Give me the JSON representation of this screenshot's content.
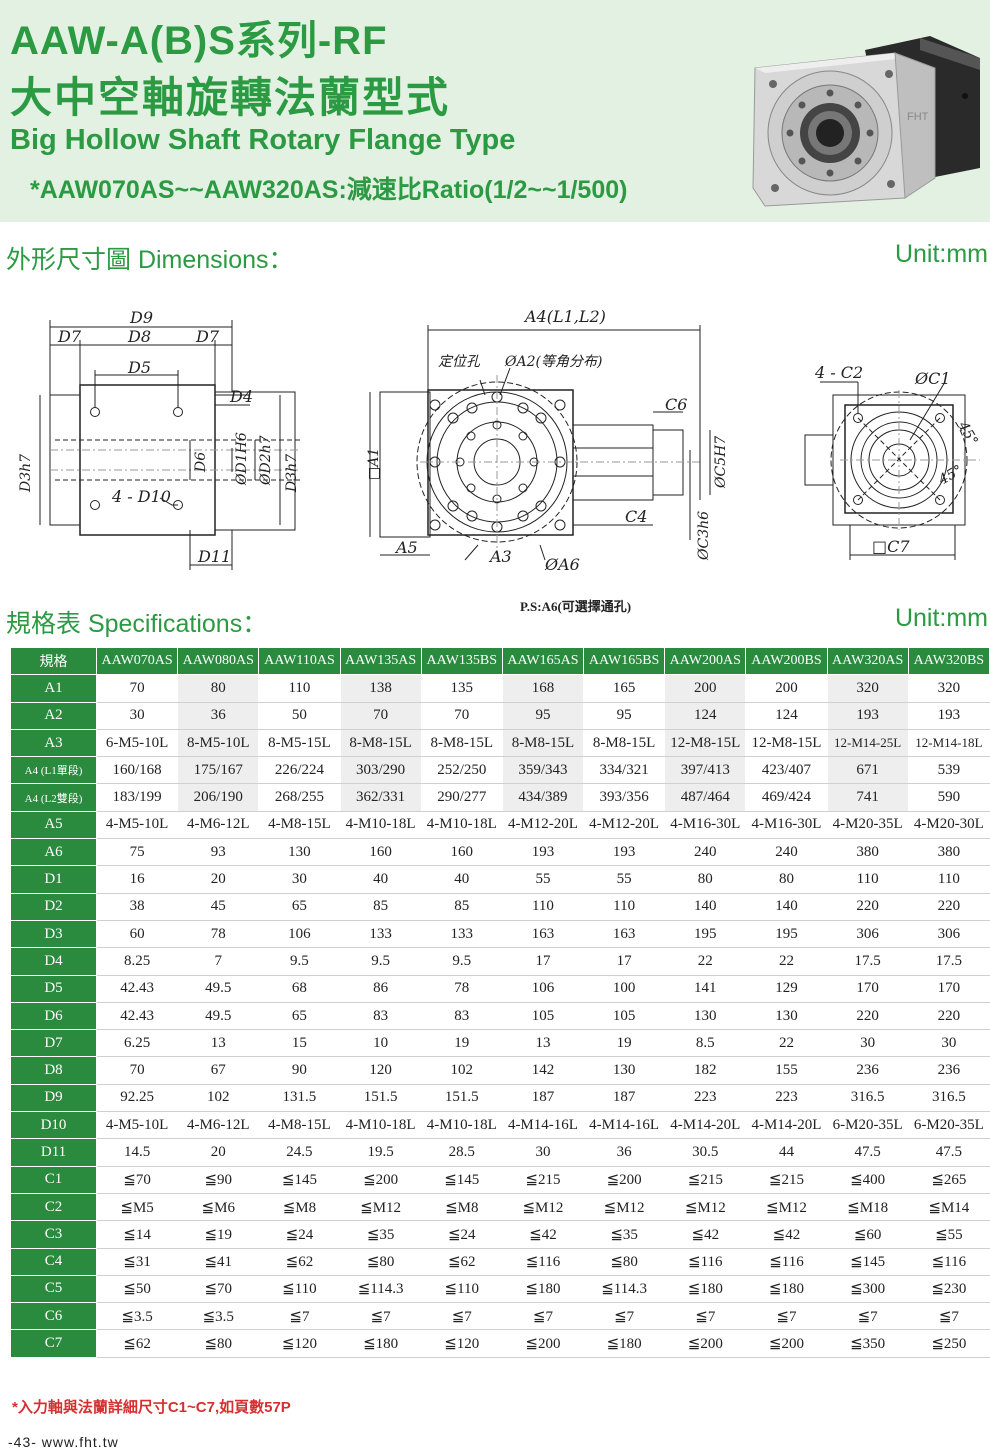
{
  "header": {
    "title_line1": "AAW-A(B)S系列-RF",
    "title_line2": "大中空軸旋轉法蘭型式",
    "title_line3": "Big Hollow Shaft Rotary Flange Type",
    "title_line4": "*AAW070AS~~AAW320AS:減速比Ratio(1/2~~1/500)",
    "product_logo": "FHT"
  },
  "dimensions_section": {
    "title": "外形尺寸圖 Dimensions：",
    "unit": "Unit:mm",
    "labels": {
      "d9": "D9",
      "d7a": "D7",
      "d8": "D8",
      "d7b": "D7",
      "d5": "D5",
      "d4": "D4",
      "d3": "D3h7",
      "d6": "D6",
      "d1": "ØD1H6",
      "d2": "ØD2h7",
      "d3b": "D3h7",
      "d10": "4 - D10",
      "d11": "D11",
      "a4": "A4(L1,L2)",
      "dingwei": "定位孔",
      "a2": "ØA2(等角分布)",
      "c6": "C6",
      "a1": "□A1",
      "c5": "ØC5H7",
      "c4": "C4",
      "c3": "ØC3h6",
      "a5": "A5",
      "a3": "A3",
      "a6": "ØA6",
      "c2": "4 - C2",
      "c1": "ØC1",
      "deg1": "45°",
      "deg2": "45°",
      "c7": "□C7"
    },
    "ps_note": "P.S:A6(可選擇通孔)"
  },
  "spec_section": {
    "title": "規格表 Specifications：",
    "unit": "Unit:mm",
    "corner_label": "規格",
    "models": [
      "AAW070AS",
      "AAW080AS",
      "AAW110AS",
      "AAW135AS",
      "AAW135BS",
      "AAW165AS",
      "AAW165BS",
      "AAW200AS",
      "AAW200BS",
      "AAW320AS",
      "AAW320BS"
    ],
    "rows": [
      {
        "label": "A1",
        "values": [
          "70",
          "80",
          "110",
          "138",
          "135",
          "168",
          "165",
          "200",
          "200",
          "320",
          "320"
        ]
      },
      {
        "label": "A2",
        "values": [
          "30",
          "36",
          "50",
          "70",
          "70",
          "95",
          "95",
          "124",
          "124",
          "193",
          "193"
        ]
      },
      {
        "label": "A3",
        "values": [
          "6-M5-10L",
          "8-M5-10L",
          "8-M5-15L",
          "8-M8-15L",
          "8-M8-15L",
          "8-M8-15L",
          "8-M8-15L",
          "12-M8-15L",
          "12-M8-15L",
          "12-M14-25L",
          "12-M14-18L"
        ]
      },
      {
        "label": "A4 (L1單段)",
        "values": [
          "160/168",
          "175/167",
          "226/224",
          "303/290",
          "252/250",
          "359/343",
          "334/321",
          "397/413",
          "423/407",
          "671",
          "539"
        ]
      },
      {
        "label": "A4 (L2雙段)",
        "values": [
          "183/199",
          "206/190",
          "268/255",
          "362/331",
          "290/277",
          "434/389",
          "393/356",
          "487/464",
          "469/424",
          "741",
          "590"
        ]
      },
      {
        "label": "A5",
        "values": [
          "4-M5-10L",
          "4-M6-12L",
          "4-M8-15L",
          "4-M10-18L",
          "4-M10-18L",
          "4-M12-20L",
          "4-M12-20L",
          "4-M16-30L",
          "4-M16-30L",
          "4-M20-35L",
          "4-M20-30L"
        ]
      },
      {
        "label": "A6",
        "values": [
          "75",
          "93",
          "130",
          "160",
          "160",
          "193",
          "193",
          "240",
          "240",
          "380",
          "380"
        ]
      },
      {
        "label": "D1",
        "values": [
          "16",
          "20",
          "30",
          "40",
          "40",
          "55",
          "55",
          "80",
          "80",
          "110",
          "110"
        ]
      },
      {
        "label": "D2",
        "values": [
          "38",
          "45",
          "65",
          "85",
          "85",
          "110",
          "110",
          "140",
          "140",
          "220",
          "220"
        ]
      },
      {
        "label": "D3",
        "values": [
          "60",
          "78",
          "106",
          "133",
          "133",
          "163",
          "163",
          "195",
          "195",
          "306",
          "306"
        ]
      },
      {
        "label": "D4",
        "values": [
          "8.25",
          "7",
          "9.5",
          "9.5",
          "9.5",
          "17",
          "17",
          "22",
          "22",
          "17.5",
          "17.5"
        ]
      },
      {
        "label": "D5",
        "values": [
          "42.43",
          "49.5",
          "68",
          "86",
          "78",
          "106",
          "100",
          "141",
          "129",
          "170",
          "170"
        ]
      },
      {
        "label": "D6",
        "values": [
          "42.43",
          "49.5",
          "65",
          "83",
          "83",
          "105",
          "105",
          "130",
          "130",
          "220",
          "220"
        ]
      },
      {
        "label": "D7",
        "values": [
          "6.25",
          "13",
          "15",
          "10",
          "19",
          "13",
          "19",
          "8.5",
          "22",
          "30",
          "30"
        ]
      },
      {
        "label": "D8",
        "values": [
          "70",
          "67",
          "90",
          "120",
          "102",
          "142",
          "130",
          "182",
          "155",
          "236",
          "236"
        ]
      },
      {
        "label": "D9",
        "values": [
          "92.25",
          "102",
          "131.5",
          "151.5",
          "151.5",
          "187",
          "187",
          "223",
          "223",
          "316.5",
          "316.5"
        ]
      },
      {
        "label": "D10",
        "values": [
          "4-M5-10L",
          "4-M6-12L",
          "4-M8-15L",
          "4-M10-18L",
          "4-M10-18L",
          "4-M14-16L",
          "4-M14-16L",
          "4-M14-20L",
          "4-M14-20L",
          "6-M20-35L",
          "6-M20-35L"
        ]
      },
      {
        "label": "D11",
        "values": [
          "14.5",
          "20",
          "24.5",
          "19.5",
          "28.5",
          "30",
          "36",
          "30.5",
          "44",
          "47.5",
          "47.5"
        ]
      },
      {
        "label": "C1",
        "values": [
          "≦70",
          "≦90",
          "≦145",
          "≦200",
          "≦145",
          "≦215",
          "≦200",
          "≦215",
          "≦215",
          "≦400",
          "≦265"
        ]
      },
      {
        "label": "C2",
        "values": [
          "≦M5",
          "≦M6",
          "≦M8",
          "≦M12",
          "≦M8",
          "≦M12",
          "≦M12",
          "≦M12",
          "≦M12",
          "≦M18",
          "≦M14"
        ]
      },
      {
        "label": "C3",
        "values": [
          "≦14",
          "≦19",
          "≦24",
          "≦35",
          "≦24",
          "≦42",
          "≦35",
          "≦42",
          "≦42",
          "≦60",
          "≦55"
        ]
      },
      {
        "label": "C4",
        "values": [
          "≦31",
          "≦41",
          "≦62",
          "≦80",
          "≦62",
          "≦116",
          "≦80",
          "≦116",
          "≦116",
          "≦145",
          "≦116"
        ]
      },
      {
        "label": "C5",
        "values": [
          "≦50",
          "≦70",
          "≦110",
          "≦114.3",
          "≦110",
          "≦180",
          "≦114.3",
          "≦180",
          "≦180",
          "≦300",
          "≦230"
        ]
      },
      {
        "label": "C6",
        "values": [
          "≦3.5",
          "≦3.5",
          "≦7",
          "≦7",
          "≦7",
          "≦7",
          "≦7",
          "≦7",
          "≦7",
          "≦7",
          "≦7"
        ]
      },
      {
        "label": "C7",
        "values": [
          "≦62",
          "≦80",
          "≦120",
          "≦180",
          "≦120",
          "≦200",
          "≦180",
          "≦200",
          "≦200",
          "≦350",
          "≦250"
        ]
      }
    ]
  },
  "note": "*入力軸與法蘭詳細尺寸C1~C7,如頁數57P",
  "footer": "-43- www.fht.tw"
}
